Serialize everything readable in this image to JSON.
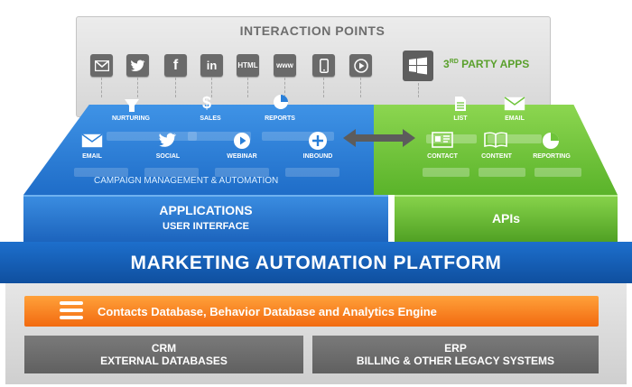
{
  "interaction_points": {
    "title": "INTERACTION POINTS",
    "icons": [
      "mail-icon",
      "twitter-icon",
      "facebook-icon",
      "linkedin-icon",
      "html-icon",
      "www-icon",
      "mobile-icon",
      "video-play-icon"
    ],
    "icon_texts": {
      "facebook": "f",
      "linkedin": "in",
      "html": "HTML",
      "www": "www"
    },
    "third_party": {
      "main": "3",
      "sup": "RD",
      "rest": " PARTY APPS"
    }
  },
  "applications": {
    "top_row": [
      "NURTURING",
      "SALES",
      "REPORTS"
    ],
    "bottom_row": [
      "EMAIL",
      "SOCIAL",
      "WEBINAR",
      "INBOUND"
    ],
    "campaign": "CAMPAIGN MANAGEMENT & AUTOMATION",
    "title": "APPLICATIONS",
    "subtitle": "USER INTERFACE"
  },
  "apis": {
    "top_row": [
      "LIST",
      "EMAIL"
    ],
    "bottom_row": [
      "CONTACT",
      "CONTENT",
      "REPORTING"
    ],
    "title": "APIs"
  },
  "platform": {
    "title": "MARKETING AUTOMATION PLATFORM",
    "engine": "Contacts Database, Behavior Database and Analytics Engine",
    "crm": {
      "line1": "CRM",
      "line2": "EXTERNAL DATABASES"
    },
    "erp": {
      "line1": "ERP",
      "line2": "BILLING & OTHER LEGACY SYSTEMS"
    }
  },
  "colors": {
    "blue": "#1f6dc8",
    "green": "#5ab32a",
    "orange": "#f26a10",
    "gray": "#6a6a6a"
  }
}
